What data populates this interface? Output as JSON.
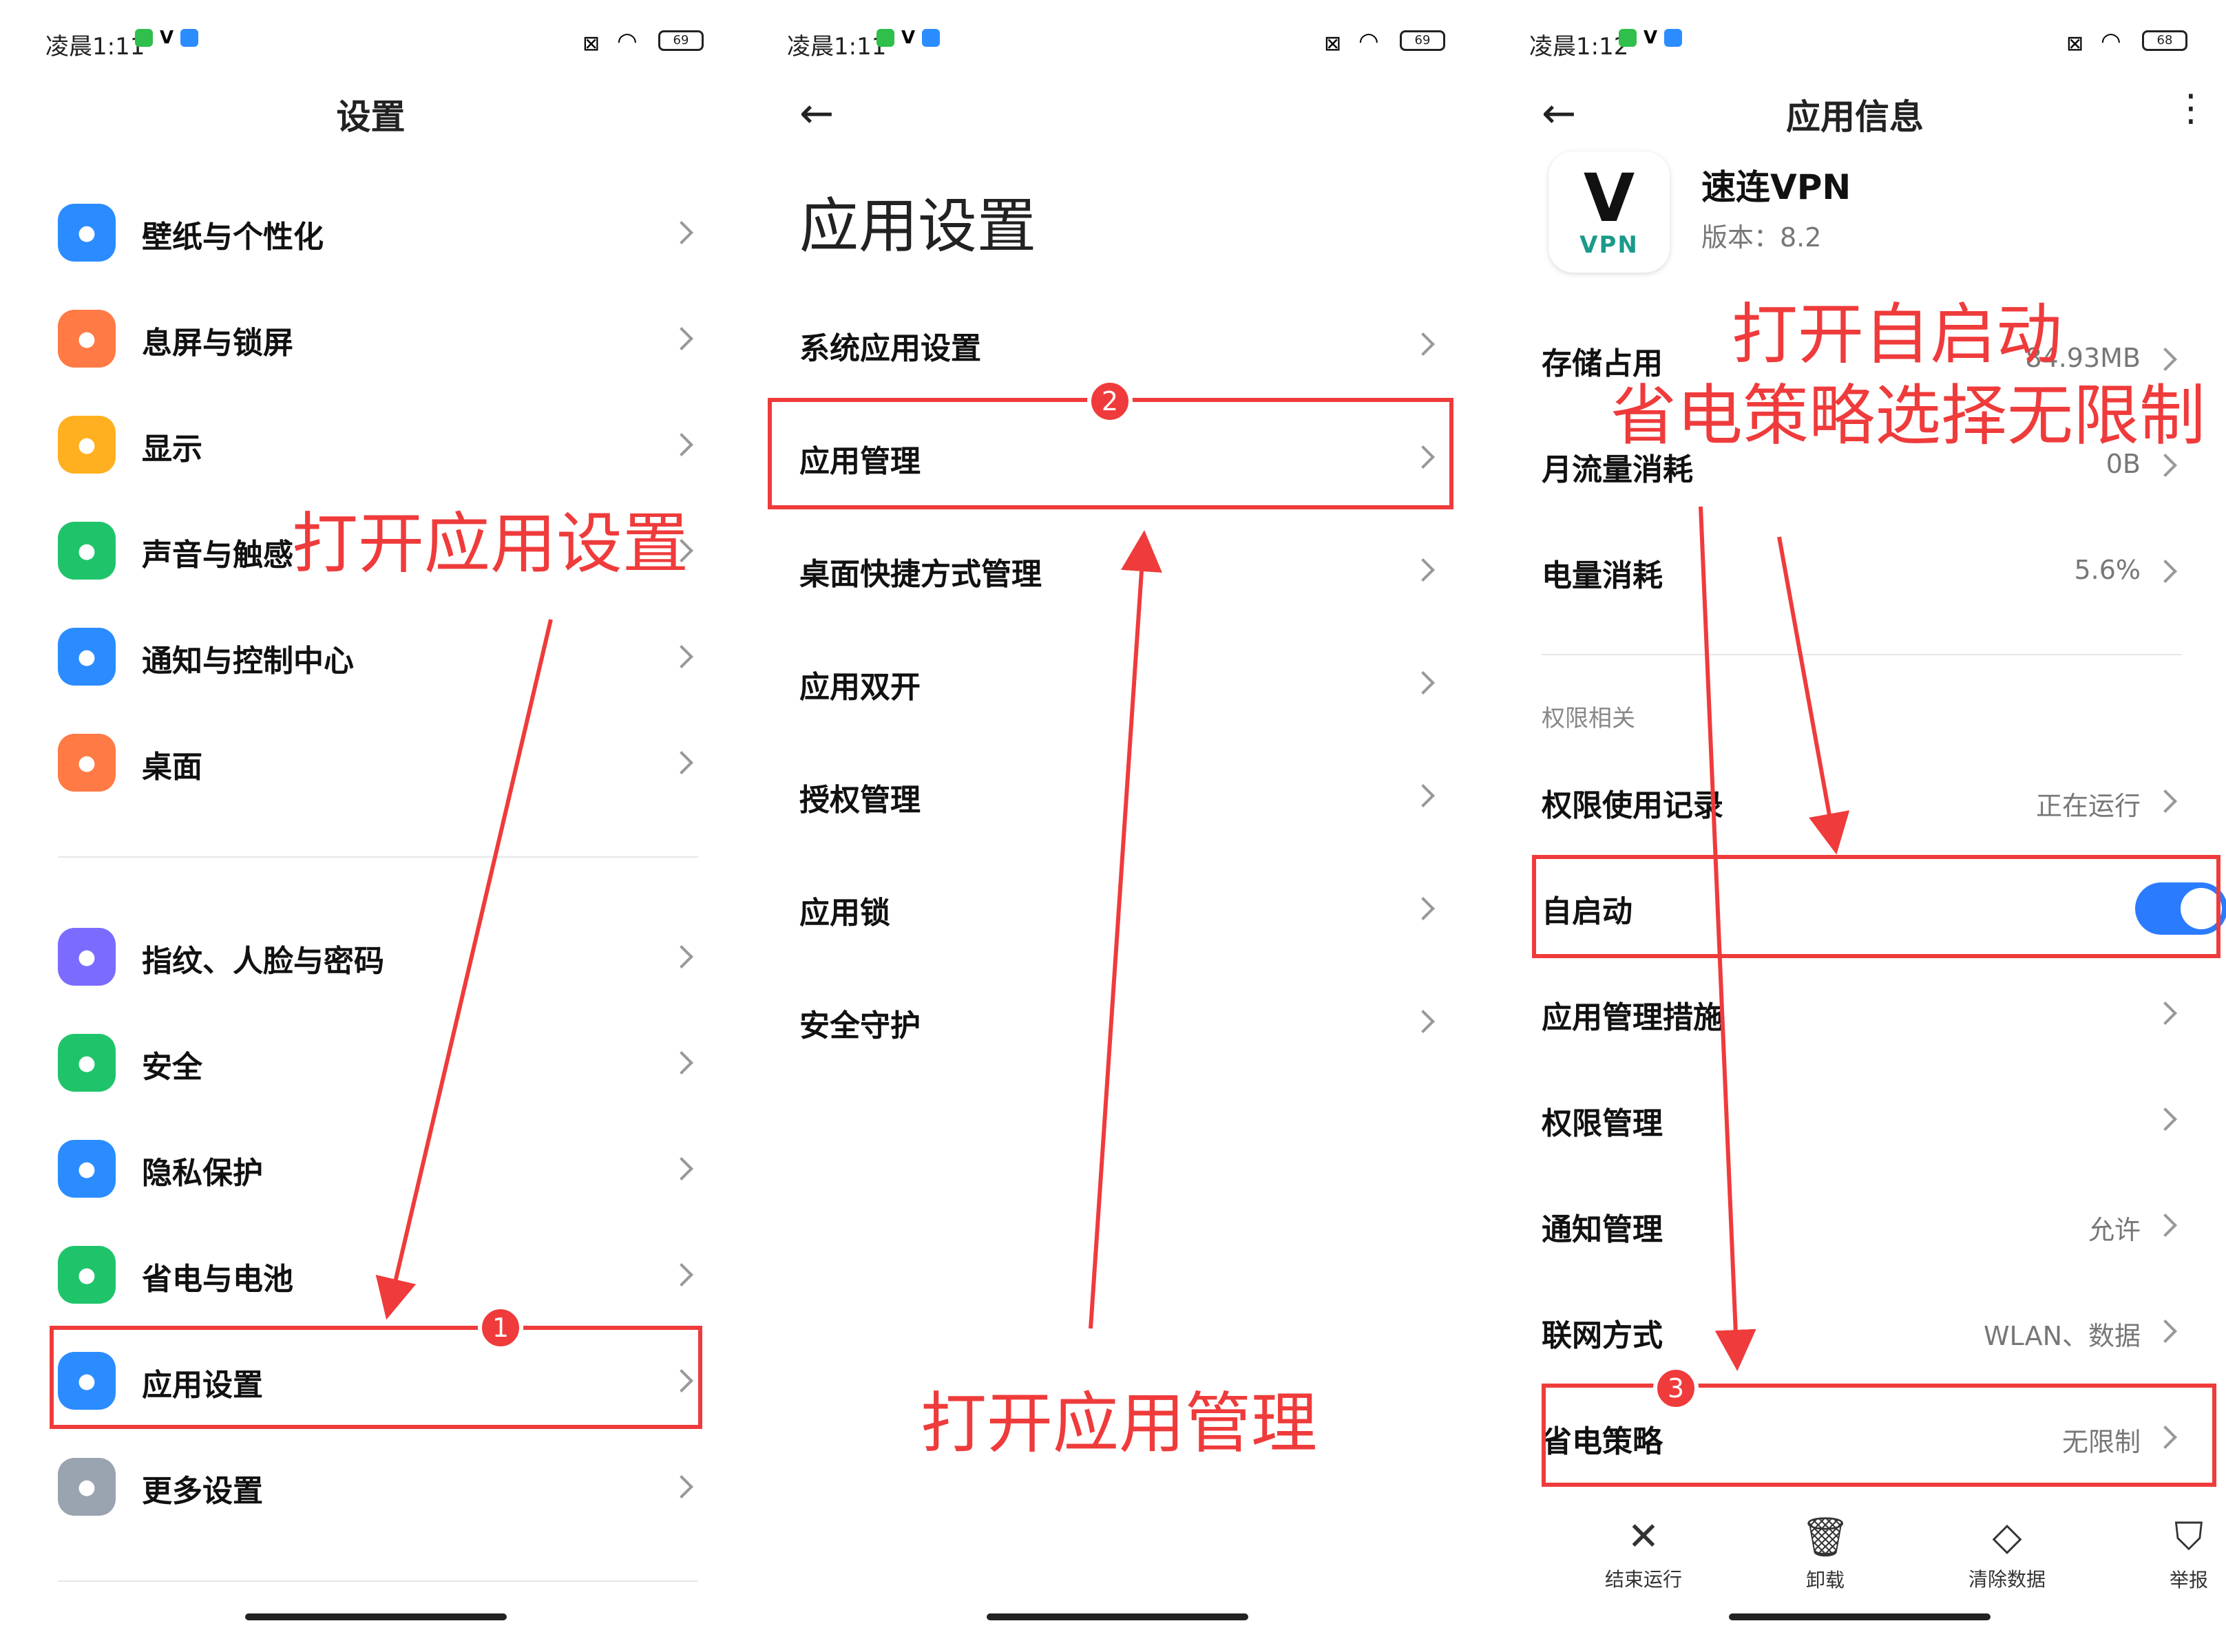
{
  "panel1": {
    "status_time": "凌晨1:11",
    "battery": "69",
    "title": "设置",
    "items": [
      {
        "label": "壁纸与个性化",
        "icon": "wallpaper-icon",
        "color": "#2b8cff"
      },
      {
        "label": "息屏与锁屏",
        "icon": "lock-icon",
        "color": "#ff7a45"
      },
      {
        "label": "显示",
        "icon": "sun-icon",
        "color": "#ffb020"
      },
      {
        "label": "声音与触感",
        "icon": "speaker-icon",
        "color": "#1fc46a"
      },
      {
        "label": "通知与控制中心",
        "icon": "notification-icon",
        "color": "#2b8cff"
      },
      {
        "label": "桌面",
        "icon": "home-icon",
        "color": "#ff7a45"
      },
      {
        "label": "指纹、人脸与密码",
        "icon": "fingerprint-icon",
        "color": "#7b6cff"
      },
      {
        "label": "安全",
        "icon": "shield-icon",
        "color": "#1fc46a"
      },
      {
        "label": "隐私保护",
        "icon": "privacy-icon",
        "color": "#2b8cff"
      },
      {
        "label": "省电与电池",
        "icon": "battery-icon",
        "color": "#1fc46a"
      },
      {
        "label": "应用设置",
        "icon": "gear-icon",
        "color": "#2b8cff"
      },
      {
        "label": "更多设置",
        "icon": "more-icon",
        "color": "#9aa3b0"
      }
    ],
    "annotation": "打开应用设置",
    "badge": "1"
  },
  "panel2": {
    "status_time": "凌晨1:11",
    "battery": "69",
    "title": "应用设置",
    "items": [
      {
        "label": "系统应用设置"
      },
      {
        "label": "应用管理"
      },
      {
        "label": "桌面快捷方式管理"
      },
      {
        "label": "应用双开"
      },
      {
        "label": "授权管理"
      },
      {
        "label": "应用锁"
      },
      {
        "label": "安全守护"
      }
    ],
    "annotation": "打开应用管理",
    "badge": "2"
  },
  "panel3": {
    "status_time": "凌晨1:12",
    "battery": "68",
    "title": "应用信息",
    "app_name": "速连VPN",
    "app_version": "版本：8.2",
    "app_logo_text": "VPN",
    "annotation_line1": "打开自启动",
    "annotation_line2": "省电策略选择无限制",
    "section_label": "权限相关",
    "rows_top": [
      {
        "label": "存储占用",
        "value": "84.93MB"
      },
      {
        "label": "月流量消耗",
        "value": "0B"
      },
      {
        "label": "电量消耗",
        "value": "5.6%"
      }
    ],
    "rows_perm": [
      {
        "label": "权限使用记录",
        "value": "正在运行"
      },
      {
        "label": "自启动",
        "value": ""
      },
      {
        "label": "应用管理措施",
        "value": ""
      },
      {
        "label": "权限管理",
        "value": ""
      },
      {
        "label": "通知管理",
        "value": "允许"
      },
      {
        "label": "联网方式",
        "value": "WLAN、数据"
      },
      {
        "label": "省电策略",
        "value": "无限制"
      }
    ],
    "autostart_on": true,
    "badge": "3",
    "bottom_actions": [
      {
        "label": "结束运行",
        "icon": "close-icon"
      },
      {
        "label": "卸载",
        "icon": "trash-icon"
      },
      {
        "label": "清除数据",
        "icon": "eraser-icon"
      },
      {
        "label": "举报",
        "icon": "report-icon"
      }
    ]
  },
  "colors": {
    "annotation_red": "#ef3b3b",
    "toggle_blue": "#2b7bff"
  }
}
